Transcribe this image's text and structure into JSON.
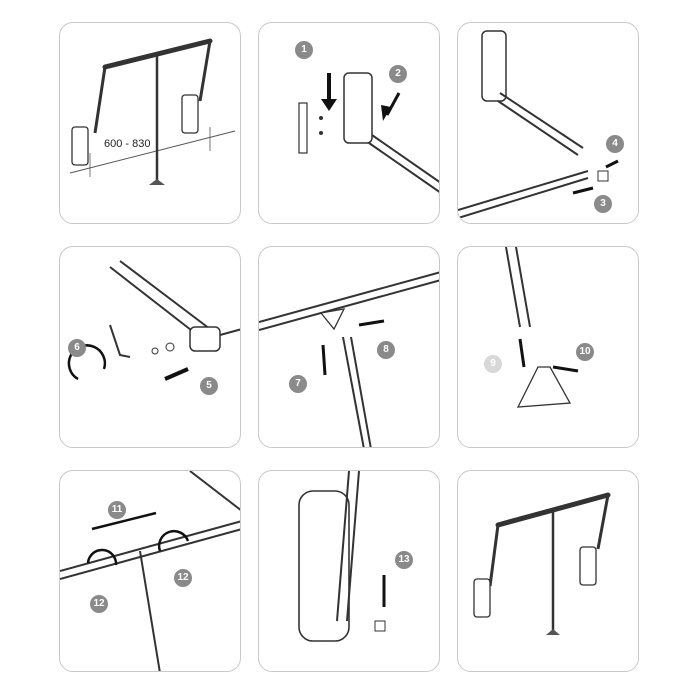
{
  "steps": {
    "s1": "1",
    "s2": "2",
    "s3": "3",
    "s4": "4",
    "s5": "5",
    "s6": "6",
    "s7": "7",
    "s8": "8",
    "s9": "9",
    "s10": "10",
    "s11": "11",
    "s12a": "12",
    "s12b": "12",
    "s13": "13"
  },
  "dimension": "600 - 830",
  "colors": {
    "line": "#3a3a3a",
    "badge": "#8a8a8a",
    "border": "#c9c9c9",
    "arrow": "#111111"
  }
}
